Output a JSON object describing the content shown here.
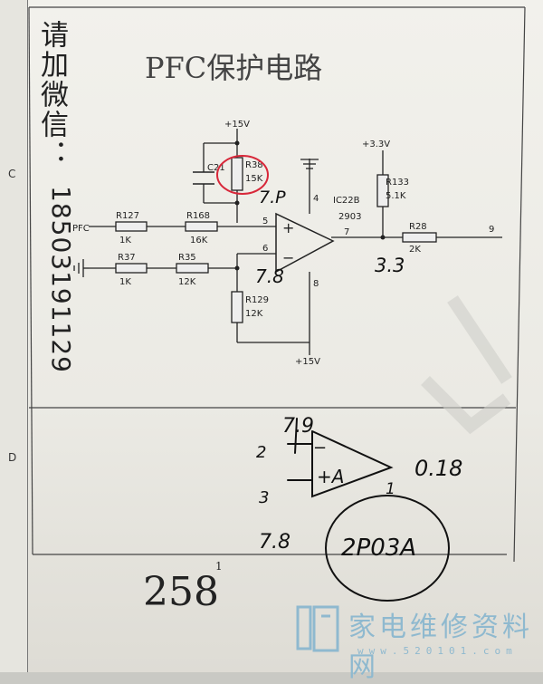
{
  "title": "PFC保护电路",
  "side_letters": {
    "c": "C",
    "d": "D"
  },
  "contact": {
    "wechat_label": "请加微信：",
    "wechat_number": "18503191129"
  },
  "circuit": {
    "vplus_top": "+15V",
    "vplus_bottom": "+15V",
    "v33": "+3.3V",
    "input_pfc": "PFC",
    "c21": "C21",
    "r38_name": "R38",
    "r38_value": "15K",
    "r127_name": "R127",
    "r127_value": "1K",
    "r168_name": "R168",
    "r168_value": "16K",
    "r37_name": "R37",
    "r37_value": "1K",
    "r35_name": "R35",
    "r35_value": "12K",
    "r129_name": "R129",
    "r129_value": "12K",
    "r133_name": "R133",
    "r133_value": "5.1K",
    "r28_name": "R28",
    "r28_value": "2K",
    "ic_name": "IC22B",
    "ic_part": "2903",
    "pin_plus": "5",
    "pin_minus": "6",
    "pin_out": "7",
    "pin_vcc": "4",
    "pin_gnd": "8",
    "out_node": "9",
    "plus_sign": "+",
    "minus_sign": "−"
  },
  "handwritten": {
    "v_pin5": "7.P",
    "v_pin6": "7.8",
    "v_out": "3.3",
    "small_plus_v": "7.9",
    "small_minus_v": "7.8",
    "small_out_v": "0.18",
    "pin_2": "2",
    "pin_3": "3",
    "pin_1": "1",
    "small_minus": "−",
    "small_plus": "+A",
    "chip_label": "2P03A"
  },
  "footer": {
    "page_number": "258",
    "page_sup": "1",
    "watermark_name": "家电维修资料网",
    "watermark_url": "www.520101.com"
  },
  "colors": {
    "ink": "#222222",
    "pencil": "#111111",
    "red_circle": "#d8283a",
    "watermark": "#8fb9cf"
  }
}
